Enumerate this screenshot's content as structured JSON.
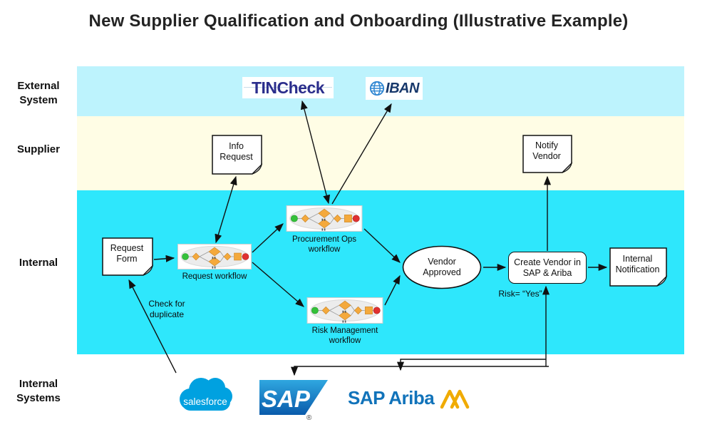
{
  "title": "New Supplier Qualification and Onboarding (Illustrative Example)",
  "lanes": {
    "external": {
      "label": "External System",
      "color": "#bdf3fd"
    },
    "supplier": {
      "label": "Supplier",
      "color": "#fffde5"
    },
    "internal": {
      "label": "Internal",
      "color": "#2ee7fc"
    },
    "internal_systems": {
      "label": "Internal Systems",
      "color": "#ffffff"
    }
  },
  "nodes": {
    "info_request": "Info Request",
    "notify_vendor": "Notify Vendor",
    "request_form": "Request Form",
    "internal_notification": "Internal Notification",
    "request_workflow": "Request workflow",
    "procurement_ops_workflow": "Procurement Ops workflow",
    "risk_management_workflow": "Risk Management workflow",
    "vendor_approved": "Vendor Approved",
    "create_vendor": "Create Vendor in SAP & Ariba"
  },
  "annotations": {
    "risk_yes": "Risk= “Yes”",
    "check_duplicate": "Check for duplicate"
  },
  "logos": {
    "tincheck": "TINCheck",
    "iban": "IBAN",
    "salesforce": "salesforce",
    "sap": "SAP",
    "sap_registered": "®",
    "sap_ariba": "SAP Ariba"
  },
  "colors": {
    "external_lane": "#bdf3fd",
    "supplier_lane": "#fffde5",
    "internal_lane": "#2ee7fc",
    "workflow_orange": "#f4a93c",
    "workflow_green": "#35c13a",
    "workflow_red": "#e03131",
    "salesforce_blue": "#00a1e0",
    "sap_blue_top": "#2fa7e0",
    "sap_blue_bottom": "#0a5bab",
    "ariba_gold": "#f0ab00",
    "arrow_black": "#111111"
  }
}
